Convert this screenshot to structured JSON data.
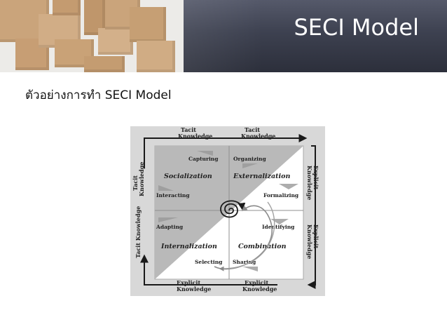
{
  "slide": {
    "title": "SECI Model",
    "subtitle": "ตัวอย่างการทำ SECI Model"
  },
  "diagram": {
    "top_labels": [
      "Tacit",
      "Knowledge",
      "Tacit",
      "Knowledge"
    ],
    "bottom_labels": [
      "Explicit",
      "Knowledge",
      "Explicit",
      "Knowledge"
    ],
    "left_labels": [
      "Tacit",
      "Knowledge",
      "Tacit Knowledge"
    ],
    "right_labels": [
      "Explicit",
      "Knowledge",
      "Explicit",
      "Knowledge"
    ],
    "quadrants": {
      "socialization": "Socialization",
      "externalization": "Externalization",
      "internalization": "Internalization",
      "combination": "Combination"
    },
    "activities": {
      "capturing": "Capturing",
      "organizing": "Organizing",
      "interacting": "Interacting",
      "formalizing": "Formalizing",
      "adapting": "Adapting",
      "identifying": "Identifying",
      "selecting": "Selecting",
      "sharing": "Sharing"
    },
    "colors": {
      "shade": "#b9b9b9",
      "frame_bg": "#d8d8d8",
      "arrow": "#1a1a1a"
    }
  }
}
